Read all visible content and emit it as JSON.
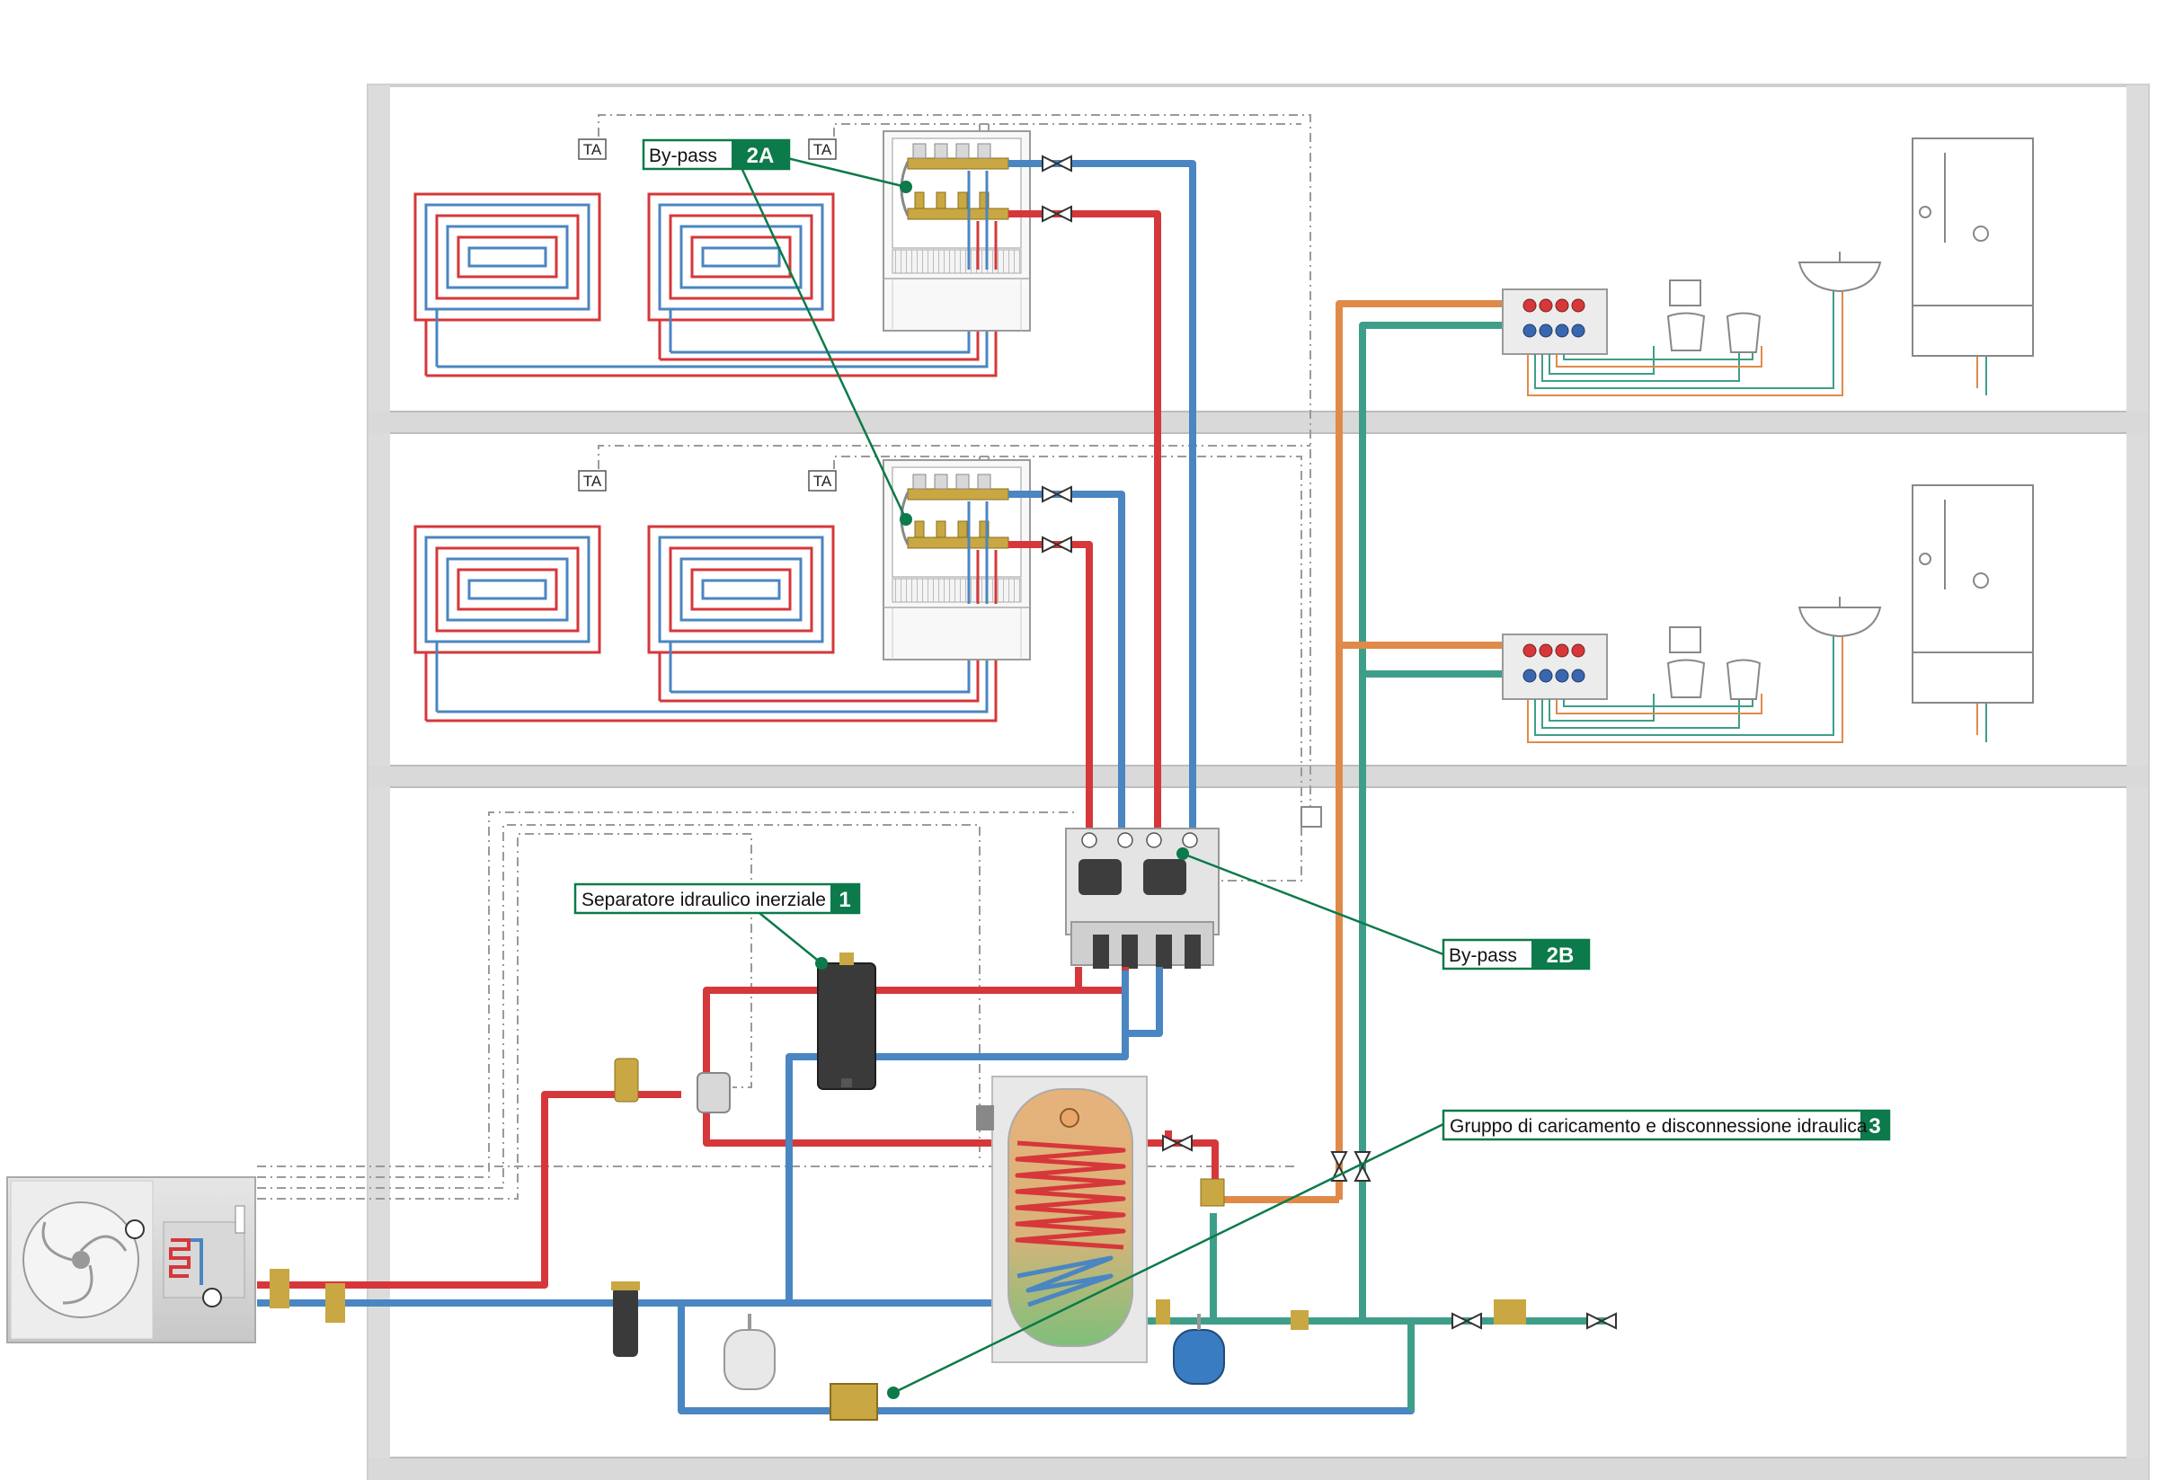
{
  "thermostat_label": "TA",
  "callouts": {
    "bypass_2a": {
      "text": "By-pass",
      "number": "2A"
    },
    "separator": {
      "text": "Separatore idraulico inerziale",
      "number": "1"
    },
    "bypass_2b": {
      "text": "By-pass",
      "number": "2B"
    },
    "fill_group": {
      "text": "Gruppo di caricamento e disconnessione idraulica",
      "number": "3"
    }
  },
  "colors": {
    "hot_pipe": "#d6373a",
    "cold_pipe": "#4a86c1",
    "dhw_pipe": "#e08a4a",
    "water_pipe": "#3f9e8a",
    "callout_green": "#0c7a4a",
    "floor_slab": "#d9d9d9"
  }
}
